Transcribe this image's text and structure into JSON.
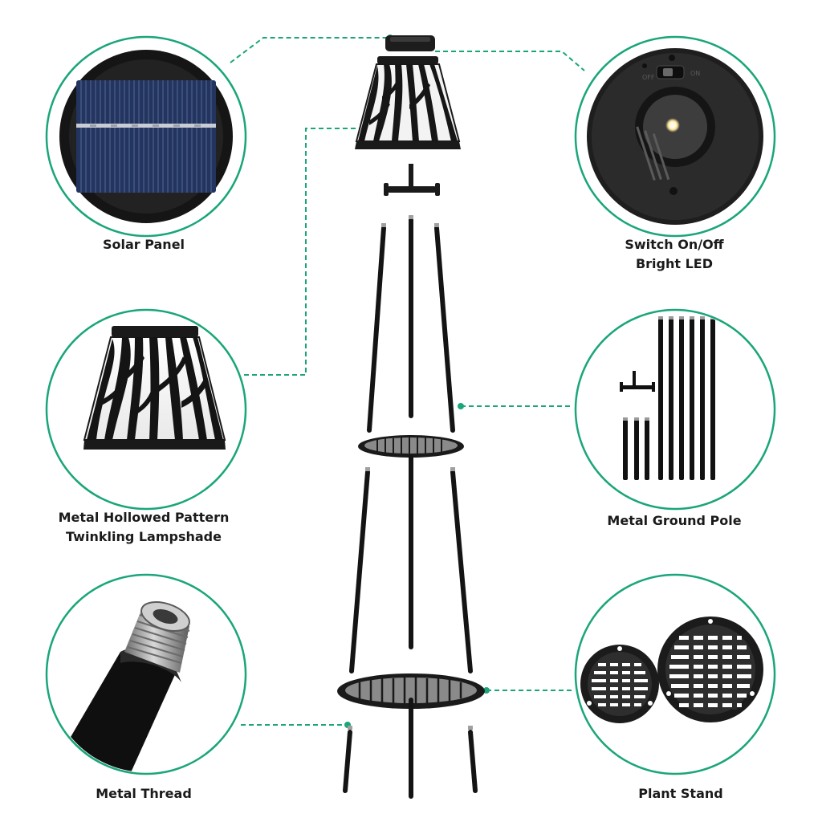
{
  "colors": {
    "accent": "#1aa57a",
    "metal": "#141414",
    "steel": "#8a8a8a",
    "solar_cell": "#2b3a6b",
    "led": "#fff4c8",
    "label_text": "#1a1a1a"
  },
  "callouts": {
    "solar_panel": {
      "line1": "Solar Panel"
    },
    "switch": {
      "line1": "Switch On/Off",
      "line2": "Bright LED"
    },
    "lampshade": {
      "line1": "Metal Hollowed Pattern",
      "line2": "Twinkling Lampshade"
    },
    "ground_pole": {
      "line1": "Metal Ground Pole"
    },
    "thread": {
      "line1": "Metal Thread"
    },
    "plant_stand": {
      "line1": "Plant Stand"
    }
  },
  "switch_markings": {
    "off": "OFF",
    "on": "ON"
  }
}
